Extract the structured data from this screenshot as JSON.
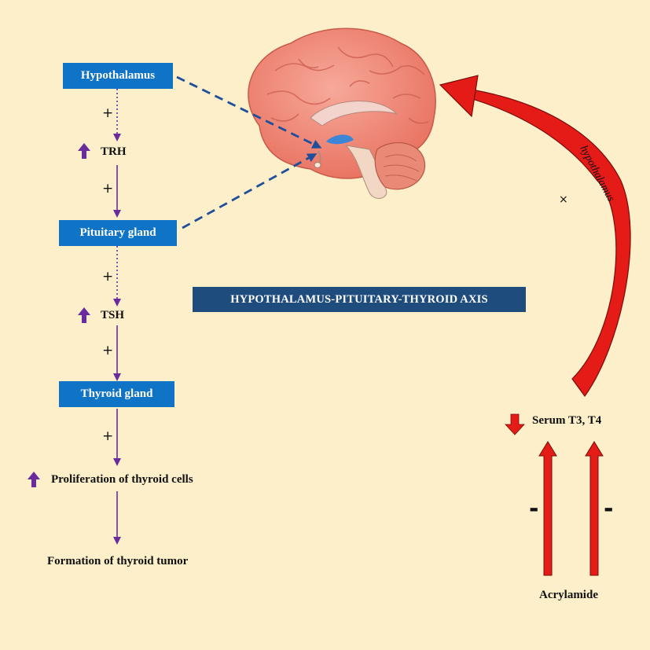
{
  "title": "HYPOTHALAMUS-PITUITARY-THYROID AXIS",
  "boxes": {
    "hypothalamus": "Hypothalamus",
    "pituitary": "Pituitary gland",
    "thyroid": "Thyroid gland"
  },
  "labels": {
    "trh": "TRH",
    "tsh": "TSH",
    "proliferation": "Proliferation of thyroid cells",
    "tumor": "Formation of thyroid tumor",
    "serum": "Serum T3, T4",
    "acrylamide": "Acrylamide"
  },
  "signs": {
    "plus": "+",
    "minus": "-",
    "times": "×"
  },
  "curve_label": "hypothalamus",
  "colors": {
    "background": "#fcefc9",
    "box_blue": "#0f73c6",
    "banner_navy": "#1e4c7d",
    "purple": "#6a2c9c",
    "red": "#e41b17",
    "dash_blue": "#1f4e9a"
  },
  "icons": [
    "up-arrow-icon",
    "down-arrow-icon",
    "brain-illustration"
  ]
}
